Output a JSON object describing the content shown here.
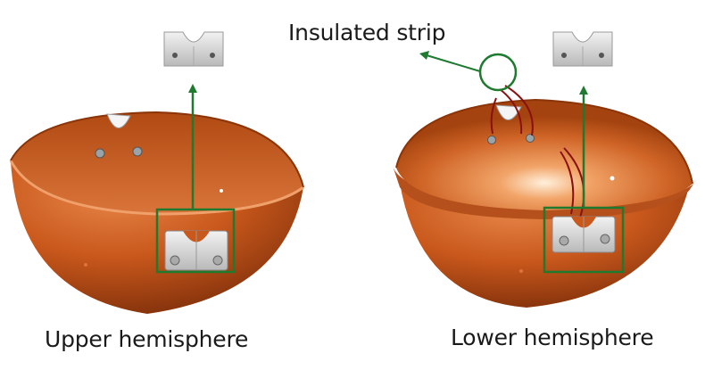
{
  "labels": {
    "upper": "Upper hemisphere",
    "lower": "Lower hemisphere",
    "strip": "Insulated strip"
  },
  "colors": {
    "shell": "#c9581c",
    "shell_dark": "#7a2d08",
    "shell_light": "#e58a4a",
    "annotation": "#1e7a2e",
    "bracket": "#d8d8d8",
    "wire": "#8a1010"
  }
}
